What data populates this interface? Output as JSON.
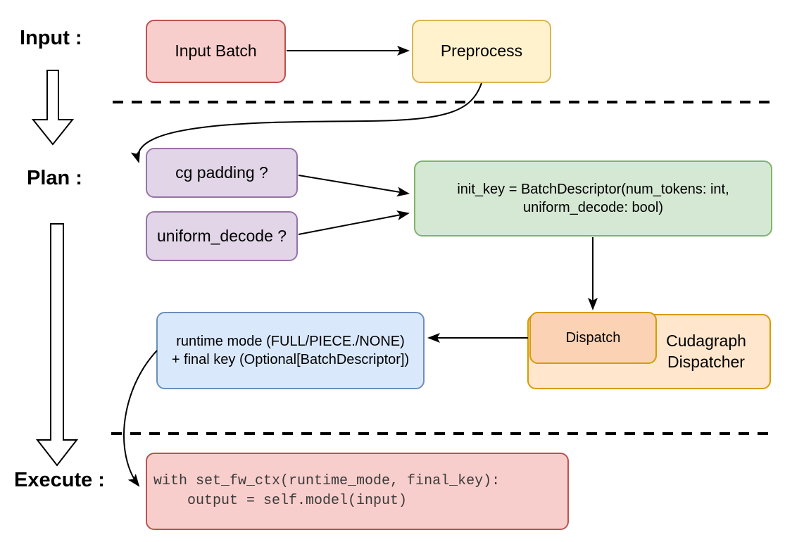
{
  "colors": {
    "red_fill": "#f8cecc",
    "red_stroke": "#b85450",
    "yellow_fill": "#fff2cc",
    "yellow_stroke": "#d6b656",
    "purple_fill": "#e1d5e7",
    "purple_stroke": "#9673a6",
    "green_fill": "#d5e8d4",
    "green_stroke": "#82b366",
    "blue_fill": "#dae8fc",
    "blue_stroke": "#6c8ebf",
    "orange_fill": "#ffe6cc",
    "orange_stroke": "#d79b00",
    "dispatch_fill": "#fbd2b3",
    "line_color": "#000000"
  },
  "stages": {
    "input_label": "Input :",
    "plan_label": "Plan :",
    "execute_label": "Execute :"
  },
  "nodes": {
    "input_batch": {
      "label": "Input Batch"
    },
    "preprocess": {
      "label": "Preprocess"
    },
    "cg_padding": {
      "label": "cg padding ?"
    },
    "uniform_decode": {
      "label": "uniform_decode ?"
    },
    "init_key": {
      "label": "init_key = BatchDescriptor(num_tokens: int,\nuniform_decode: bool)"
    },
    "dispatch": {
      "label": "Dispatch"
    },
    "cudagraph_dispatcher": {
      "label": "Cudagraph\nDispatcher"
    },
    "runtime_mode": {
      "label": "runtime mode (FULL/PIECE./NONE)\n+ final key (Optional[BatchDescriptor])"
    },
    "execute_code": {
      "code": "with set_fw_ctx(runtime_mode, final_key):\n    output = self.model(input)"
    }
  }
}
